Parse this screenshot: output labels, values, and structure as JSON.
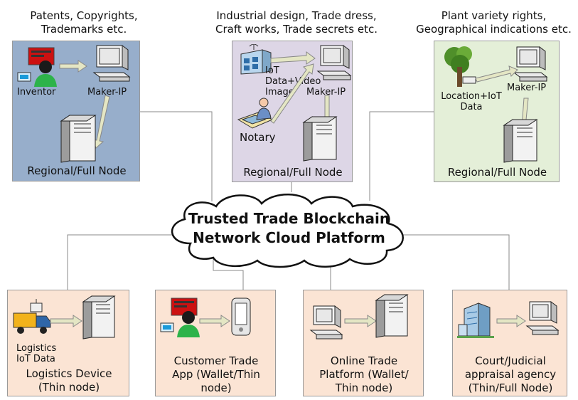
{
  "top_groups": [
    {
      "header": [
        "Patents, Copyrights,",
        "Trademarks etc."
      ],
      "labels": {
        "person": "Inventor",
        "computer": "Maker-IP"
      },
      "caption": "Regional/Full Node"
    },
    {
      "header": [
        "Industrial design, Trade dress,",
        "Craft works, Trade secrets etc."
      ],
      "labels": {
        "iot": [
          "IoT",
          "Data+Video",
          "Image"
        ],
        "computer": "Maker-IP",
        "person": "Notary"
      },
      "caption": "Regional/Full Node"
    },
    {
      "header": [
        "Plant variety rights,",
        "Geographical indications etc."
      ],
      "labels": {
        "iot": [
          "Location+IoT",
          "Data"
        ],
        "computer": "Maker-IP"
      },
      "caption": "Regional/Full Node"
    }
  ],
  "cloud": {
    "line1": "Trusted Trade Blockchain",
    "line2": "Network Cloud Platform"
  },
  "bottom_groups": [
    {
      "sub_label": [
        "Logistics",
        "IoT Data"
      ],
      "caption": [
        "Logistics Device",
        "(Thin node)"
      ]
    },
    {
      "caption": [
        "Customer Trade",
        "App (Wallet/Thin",
        "node)"
      ]
    },
    {
      "caption": [
        "Online Trade",
        "Platform (Wallet/",
        "Thin node)"
      ]
    },
    {
      "caption": [
        "Court/Judicial",
        "appraisal agency",
        "(Thin/Full Node)"
      ]
    }
  ],
  "colors": {
    "blue_panel": "#97aecb",
    "purple_panel": "#ddd6e6",
    "green_panel": "#e4efd8",
    "peach_panel": "#fbe4d4",
    "arrow": "#d9ddb0"
  }
}
